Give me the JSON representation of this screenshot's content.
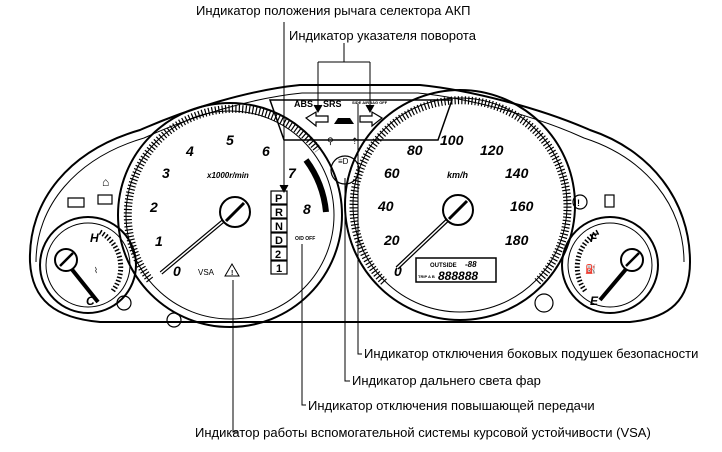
{
  "callouts": {
    "selector": "Индикатор положения рычага селектора АКП",
    "turn": "Индикатор указателя поворота",
    "airbag": "Индикатор отключения боковых подушек безопасности",
    "high_beam": "Индикатор дальнего света фар",
    "overdrive": "Индикатор отключения повышающей передачи",
    "vsa": "Индикатор работы вспомогательной системы курсовой устойчивости (VSA)"
  },
  "warning_lamps": {
    "abs": "ABS",
    "srs": "SRS",
    "side_airbag_off": "SIDE AIRBAG OFF"
  },
  "tachometer": {
    "ticks": [
      "0",
      "1",
      "2",
      "3",
      "4",
      "5",
      "6",
      "7",
      "8"
    ],
    "unit": "x1000r/min",
    "vsa_label": "VSA",
    "od_off": "O/D OFF"
  },
  "gear_positions": [
    "P",
    "R",
    "N",
    "D",
    "2",
    "1"
  ],
  "speedometer": {
    "ticks": [
      "0",
      "20",
      "40",
      "60",
      "80",
      "100",
      "120",
      "140",
      "160",
      "180"
    ],
    "unit": "km/h",
    "outside_label": "OUTSIDE",
    "outside_value": "-88",
    "trip_label": "TRIP A B",
    "odometer_value": "888888"
  },
  "temp_gauge": {
    "high": "H",
    "cold": "C"
  },
  "fuel_gauge": {
    "full": "F",
    "empty": "E"
  }
}
